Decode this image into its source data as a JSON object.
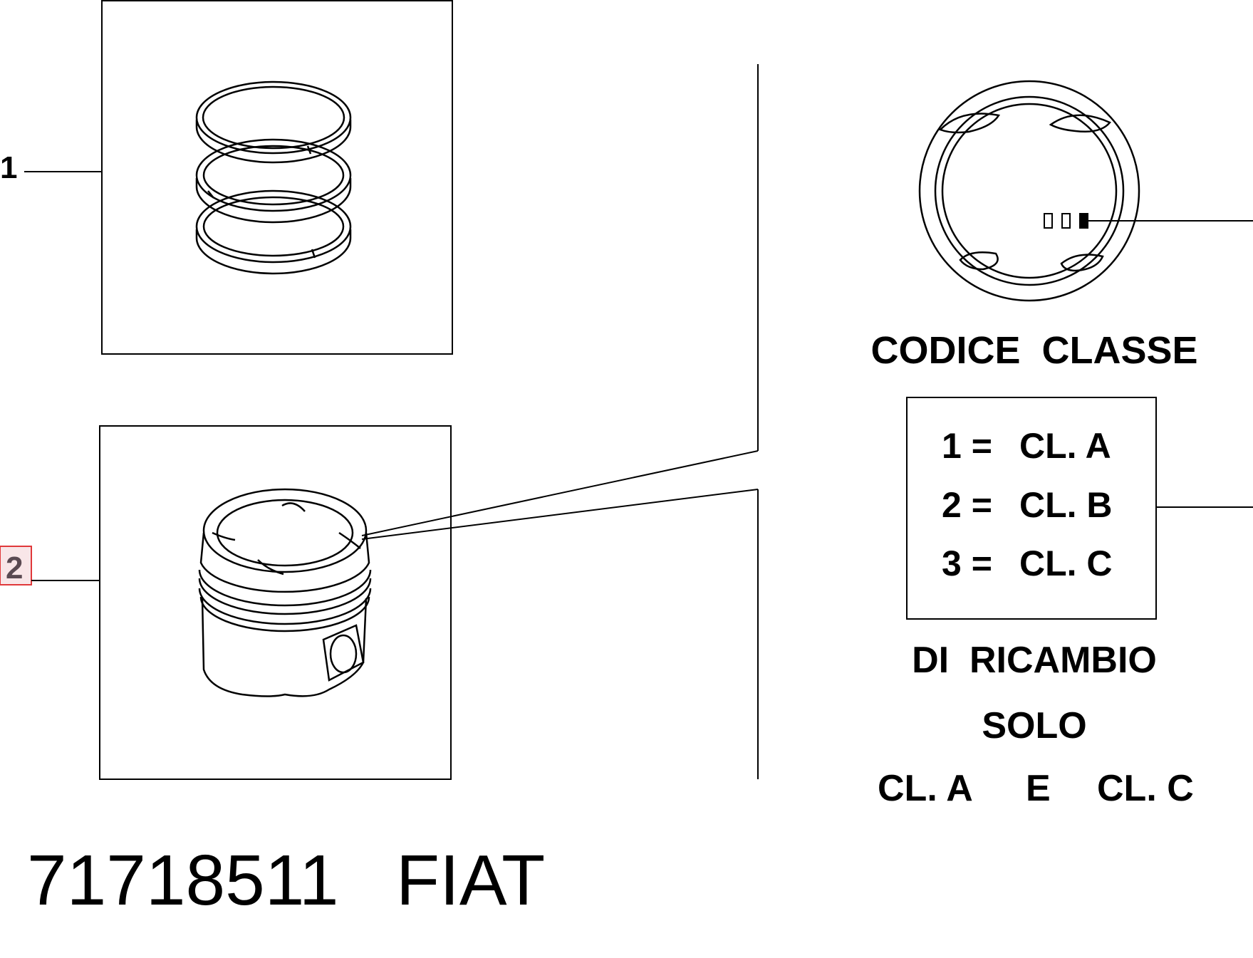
{
  "callouts": [
    {
      "label": "1"
    },
    {
      "label": "2"
    }
  ],
  "detail": {
    "heading": "CODICE  CLASSE",
    "legend": [
      {
        "code": "1 =",
        "cls": "CL. A"
      },
      {
        "code": "2 =",
        "cls": "CL. B"
      },
      {
        "code": "3 =",
        "cls": "CL. C"
      }
    ],
    "note_line1": "DI  RICAMBIO",
    "note_line2": "SOLO",
    "note_line3_a": "CL. A",
    "note_line3_e": "E",
    "note_line3_c": "CL. C"
  },
  "footer": {
    "part_number": "71718511",
    "brand": "FIAT"
  },
  "colors": {
    "line": "#000000",
    "highlight_box": "#e0383a"
  }
}
